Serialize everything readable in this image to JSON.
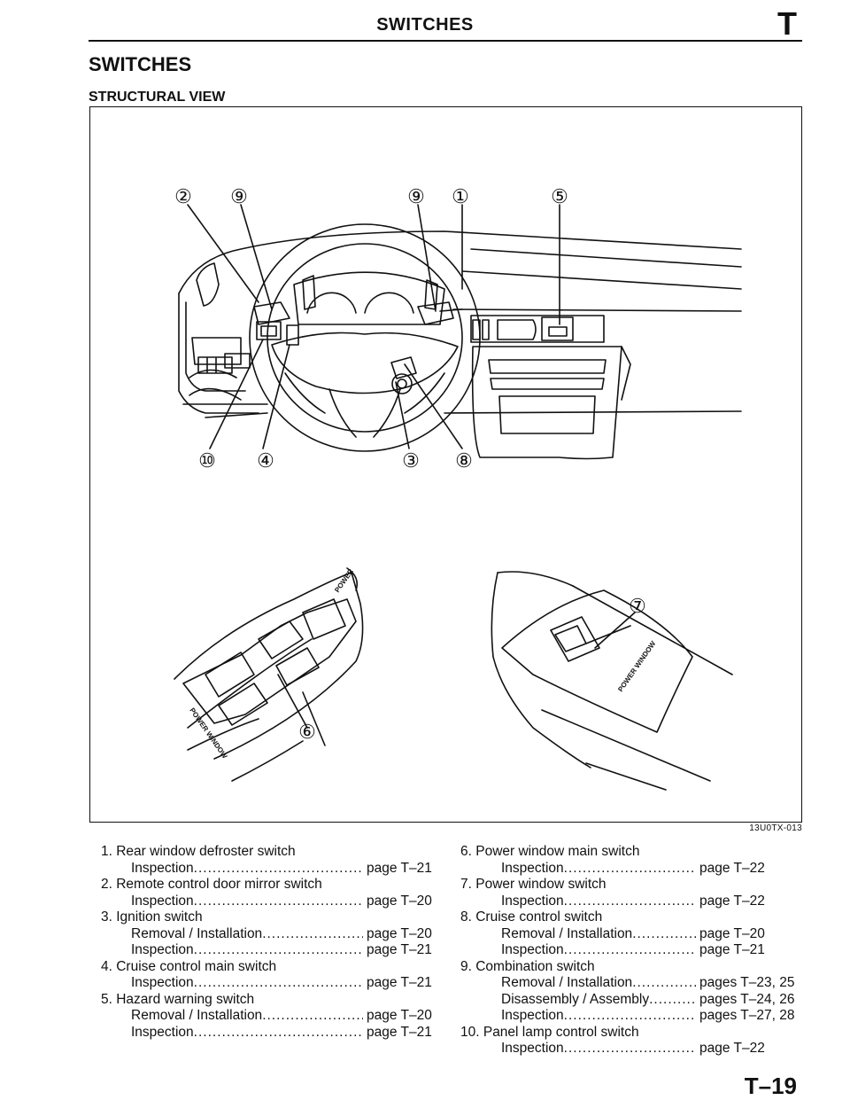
{
  "header": {
    "title": "SWITCHES",
    "letter": "T"
  },
  "section_title": "SWITCHES",
  "subsection_title": "STRUCTURAL VIEW",
  "figure": {
    "code": "13U0TX-013",
    "callouts": [
      "②",
      "⑨",
      "⑨",
      "①",
      "⑤",
      "⑩",
      "④",
      "③",
      "⑧",
      "⑥",
      "⑦"
    ],
    "panel_text": [
      "POWER",
      "POWER WINDOW",
      "POWER WINDOW"
    ]
  },
  "legend": {
    "left": [
      {
        "title": "1. Rear window defroster switch",
        "subs": [
          {
            "label": "Inspection",
            "page": "page T–21"
          }
        ]
      },
      {
        "title": "2. Remote control door mirror switch",
        "subs": [
          {
            "label": "Inspection",
            "page": "page T–20"
          }
        ]
      },
      {
        "title": "3. Ignition switch",
        "subs": [
          {
            "label": "Removal / Installation",
            "page": "page T–20"
          },
          {
            "label": "Inspection",
            "page": "page T–21"
          }
        ]
      },
      {
        "title": "4. Cruise control main switch",
        "subs": [
          {
            "label": "Inspection",
            "page": "page T–21"
          }
        ]
      },
      {
        "title": "5. Hazard warning switch",
        "subs": [
          {
            "label": "Removal / Installation",
            "page": "page T–20"
          },
          {
            "label": "Inspection",
            "page": "page T–21"
          }
        ]
      }
    ],
    "right": [
      {
        "title": "6. Power window main switch",
        "subs": [
          {
            "label": "Inspection",
            "page": "page  T–22"
          }
        ]
      },
      {
        "title": "7. Power window switch",
        "subs": [
          {
            "label": "Inspection",
            "page": "page  T–22"
          }
        ]
      },
      {
        "title": "8. Cruise control switch",
        "subs": [
          {
            "label": "Removal / Installation",
            "page": "page  T–20"
          },
          {
            "label": "Inspection",
            "page": "page  T–21"
          }
        ]
      },
      {
        "title": "9. Combination switch",
        "subs": [
          {
            "label": "Removal / Installation",
            "page": "pages T–23, 25"
          },
          {
            "label": "Disassembly / Assembly",
            "page": "pages T–24, 26"
          },
          {
            "label": "Inspection",
            "page": "pages T–27, 28"
          }
        ]
      },
      {
        "title": "10. Panel lamp control switch",
        "subs": [
          {
            "label": "Inspection",
            "page": "page  T–22"
          }
        ]
      }
    ]
  },
  "page_number": "T–19"
}
